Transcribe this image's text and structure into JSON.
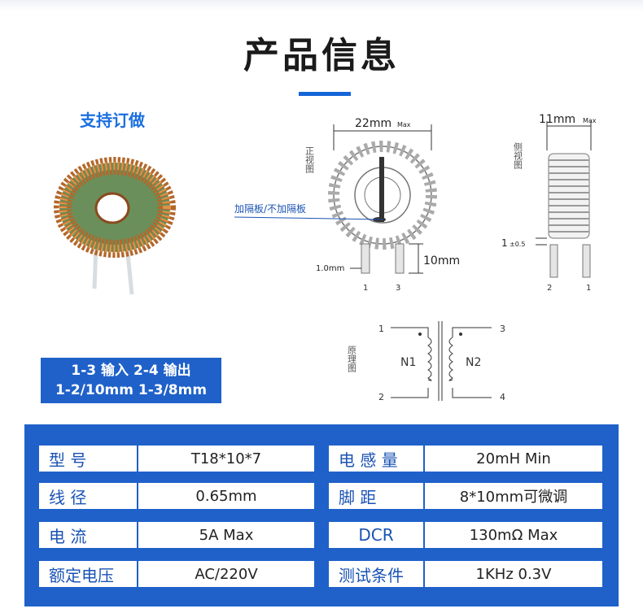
{
  "page_title": "产品信息",
  "custom_label": "支持订做",
  "io_info": {
    "line1": "1-3 输入  2-4 输出",
    "line2": "1-2/10mm 1-3/8mm"
  },
  "drawing": {
    "front_view": "正视图",
    "side_view": "侧视图",
    "schematic": "原理图",
    "width_front": "22mm",
    "width_side": "11mm",
    "max_tag": "Max",
    "plate_note": "加隔板/不加隔板",
    "pin_width": "1.0mm",
    "pin_length": "10mm",
    "tolerance": "1",
    "tolerance_val": "±0.5",
    "pin_front_left": "1",
    "pin_front_right": "3",
    "pin_side_left": "2",
    "pin_side_right": "1",
    "sch_pin_tl": "1",
    "sch_pin_bl": "2",
    "sch_pin_tr": "3",
    "sch_pin_br": "4",
    "coil_n1": "N1",
    "coil_n2": "N2"
  },
  "specs": [
    {
      "label": "型 号",
      "value": "T18*10*7",
      "label2": "电 感 量",
      "value2": "20mH Min"
    },
    {
      "label": "线 径",
      "value": "0.65mm",
      "label2": "脚 距",
      "value2": "8*10mm可微调"
    },
    {
      "label": "电 流",
      "value": "5A Max",
      "label2": "DCR",
      "value2": "130mΩ Max"
    },
    {
      "label": "额定电压",
      "value": "AC/220V",
      "label2": "测试条件",
      "value2": "1KHz 0.3V"
    }
  ],
  "colors": {
    "brand_blue": "#1f61c9",
    "label_blue": "#1a53b4",
    "copper": "#c77a3a",
    "core_green": "#6b8f5a"
  }
}
